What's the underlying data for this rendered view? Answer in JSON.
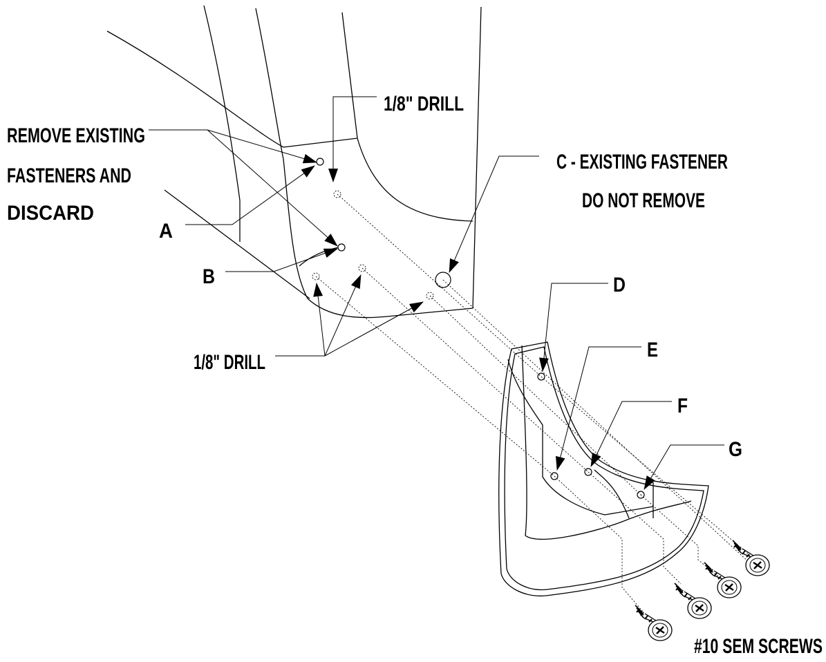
{
  "labels": {
    "remove_line1": "REMOVE EXISTING",
    "remove_line2": "FASTENERS AND",
    "remove_line3": "DISCARD",
    "drill_top": "1/8\" DRILL",
    "drill_bottom": "1/8\" DRILL",
    "existing_line1": "C - EXISTING FASTENER",
    "existing_line2": "DO NOT REMOVE",
    "a": "A",
    "b": "B",
    "d": "D",
    "e": "E",
    "f": "F",
    "g": "G",
    "screws": "#10 SEM SCREWS"
  },
  "colors": {
    "ink": "#000000",
    "paper": "#ffffff"
  }
}
